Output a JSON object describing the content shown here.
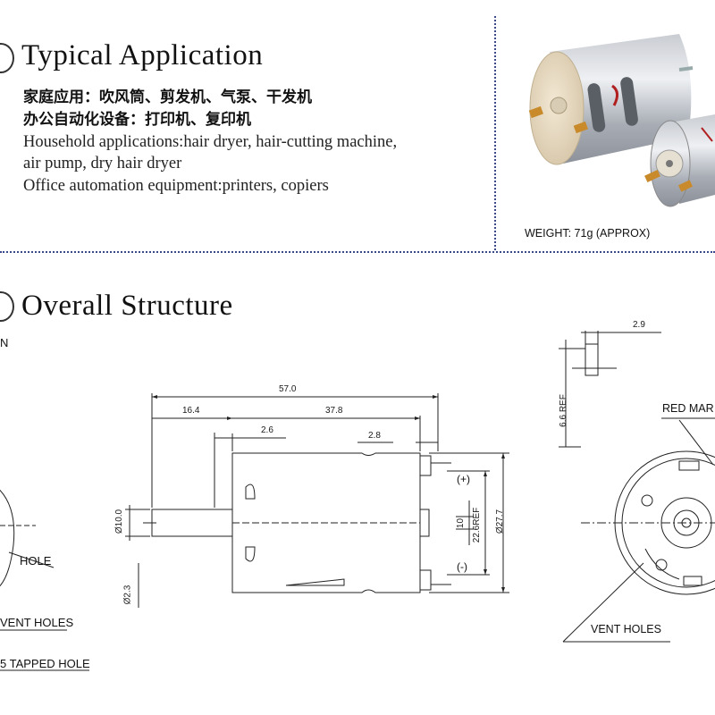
{
  "application": {
    "title": "Typical Application",
    "cn_line1": "家庭应用：吹风筒、剪发机、气泵、干发机",
    "cn_line2": "办公自动化设备：打印机、复印机",
    "en_line1": "Household applications:hair dryer, hair-cutting machine,",
    "en_line2": "air pump, dry hair dryer",
    "en_line3": "Office automation equipment:printers, copiers",
    "weight": "WEIGHT: 71g (APPROX)"
  },
  "structure": {
    "title": "Overall Structure",
    "left_labels": {
      "n": "N",
      "hole": "HOLE",
      "vent_holes": "VENT HOLES",
      "tapped_hole": "5 TAPPED HOLE"
    },
    "side_view": {
      "dim_overall": "57.0",
      "dim_16_4": "16.4",
      "dim_37_8": "37.8",
      "dim_2_6": "2.6",
      "dim_2_8": "2.8",
      "dim_shaft": "Ø10.0",
      "dim_2_3": "Ø2.3",
      "dim_10": "10",
      "dim_22_6": "22.6REF",
      "dim_27_7": "Ø27.7",
      "plus": "(+)",
      "minus": "(-)"
    },
    "end_view": {
      "dim_2_9": "2.9",
      "dim_6_6": "6.6 REF",
      "red_mark": "RED MAR",
      "vent_holes": "VENT HOLES"
    }
  },
  "colors": {
    "divider": "#3a4a8a",
    "line": "#222222"
  }
}
